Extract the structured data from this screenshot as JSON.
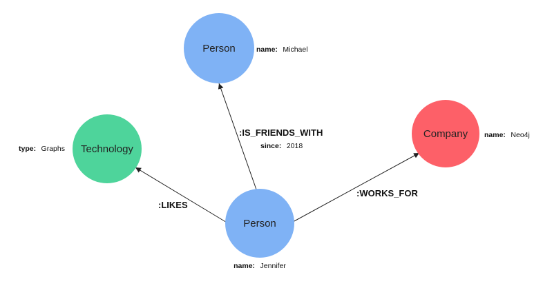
{
  "nodes": {
    "michael": {
      "label": "Person",
      "color": "#7fb2f5",
      "property": {
        "key": "name:",
        "value": "Michael"
      }
    },
    "technology": {
      "label": "Technology",
      "color": "#4ed49b",
      "property": {
        "key": "type:",
        "value": "Graphs"
      }
    },
    "company": {
      "label": "Company",
      "color": "#fd6068",
      "property": {
        "key": "name:",
        "value": "Neo4j"
      }
    },
    "jennifer": {
      "label": "Person",
      "color": "#7fb2f5",
      "property": {
        "key": "name:",
        "value": "Jennifer"
      }
    }
  },
  "relationships": {
    "is_friends_with": {
      "label": ":IS_FRIENDS_WITH",
      "property": {
        "key": "since:",
        "value": "2018"
      }
    },
    "likes": {
      "label": ":LIKES"
    },
    "works_for": {
      "label": ":WORKS_FOR"
    }
  }
}
